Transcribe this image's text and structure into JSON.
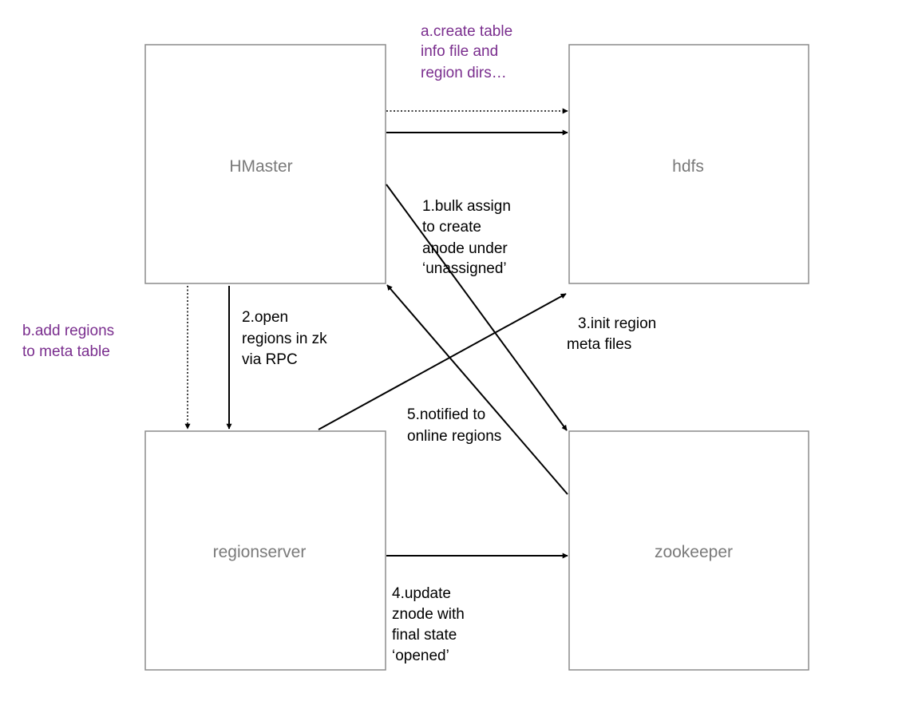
{
  "colors": {
    "box_border": "#8c8c8c",
    "box_label": "#7a7a7a",
    "step_text": "#000000",
    "side_note_text": "#7a2e8e",
    "arrow": "#000000"
  },
  "nodes": {
    "hmaster": "HMaster",
    "hdfs": "hdfs",
    "regionserver": "regionserver",
    "zookeeper": "zookeeper"
  },
  "notes": {
    "a": [
      "a.create table",
      "info file and",
      "region dirs…"
    ],
    "b": [
      "b.add regions",
      "to meta table"
    ],
    "step1": [
      "1.bulk assign",
      "to create",
      "anode under",
      "‘unassigned’"
    ],
    "step2": [
      "2.open",
      "regions in zk",
      "via RPC"
    ],
    "step3": [
      "3.init region",
      "meta files"
    ],
    "step4": [
      "4.update",
      "znode with",
      "final state",
      "‘opened’"
    ],
    "step5": [
      "5.notified to",
      "online regions"
    ]
  },
  "edges": [
    {
      "from": "HMaster",
      "to": "hdfs",
      "style": "dotted",
      "label": "a"
    },
    {
      "from": "HMaster",
      "to": "hdfs",
      "style": "solid"
    },
    {
      "from": "HMaster",
      "to": "zookeeper",
      "style": "solid",
      "label": "step1"
    },
    {
      "from": "HMaster",
      "to": "regionserver",
      "style": "solid",
      "label": "step2"
    },
    {
      "from": "HMaster",
      "to": "regionserver",
      "style": "dotted",
      "label": "b"
    },
    {
      "from": "regionserver",
      "to": "hdfs",
      "style": "solid",
      "label": "step3"
    },
    {
      "from": "regionserver",
      "to": "zookeeper",
      "style": "solid",
      "label": "step4"
    },
    {
      "from": "zookeeper",
      "to": "HMaster",
      "style": "solid",
      "label": "step5"
    }
  ]
}
